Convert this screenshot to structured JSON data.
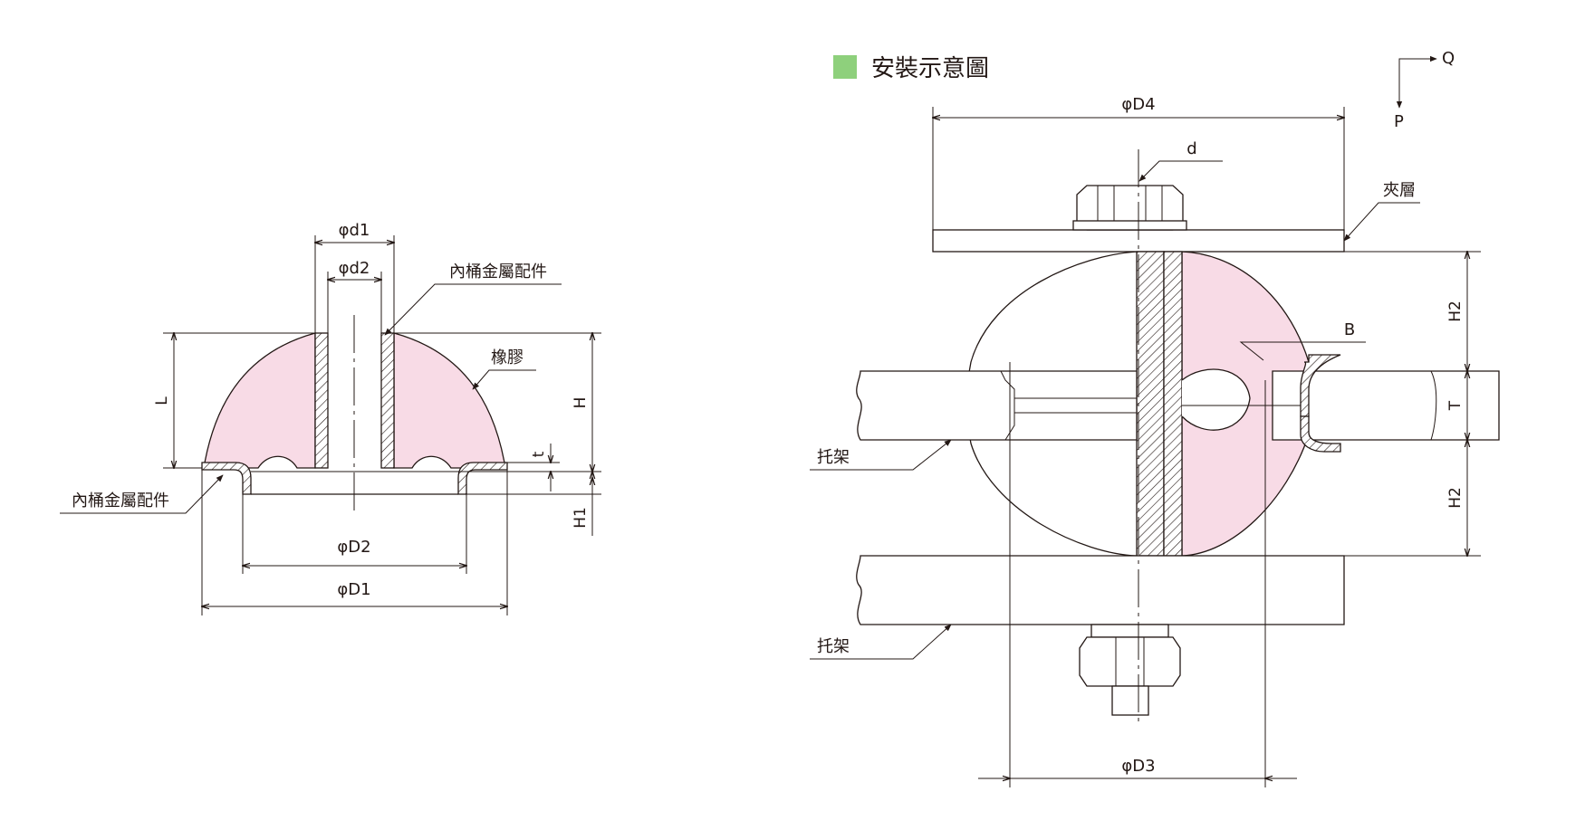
{
  "left_view": {
    "labels": {
      "d1": "φd1",
      "d2": "φd2",
      "inner_top": "內桶金屬配件",
      "rubber": "橡膠",
      "L": "L",
      "H": "H",
      "t": "t",
      "H1": "H1",
      "inner_left": "內桶金屬配件",
      "D2": "φD2",
      "D1": "φD1"
    }
  },
  "right_view": {
    "legend": {
      "label": "安裝示意圖",
      "swatch_color": "#8ed07c"
    },
    "axes": {
      "q": "Q",
      "p": "P"
    },
    "labels": {
      "D4": "φD4",
      "d": "d",
      "layer": "夾層",
      "H2_top": "H2",
      "B": "B",
      "T": "T",
      "H2_bottom": "H2",
      "bracket_upper": "托架",
      "bracket_lower": "托架",
      "D3": "φD3"
    }
  },
  "colors": {
    "rubber": "#f8dbe6",
    "line": "#231815",
    "legend_swatch": "#8ed07c"
  }
}
